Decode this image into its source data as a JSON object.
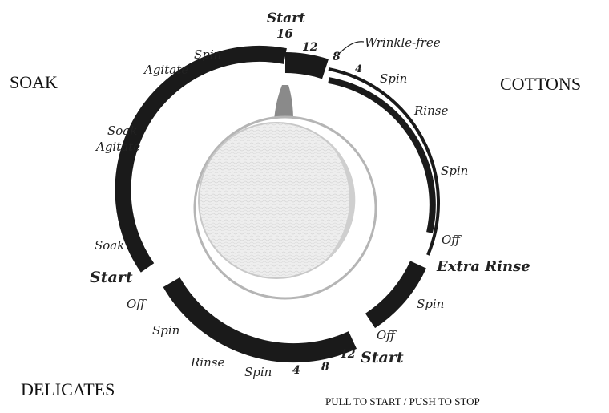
{
  "cycles": {
    "soak": "SOAK",
    "cottons": "COTTONS",
    "delicates": "DELICATES"
  },
  "footer": "PULL TO START / PUSH TO STOP",
  "top": {
    "start": "Start",
    "n16": "16",
    "n12": "12",
    "n8": "8",
    "n4": "4",
    "wrinkle": "Wrinkle-free"
  },
  "cottons_steps": {
    "spin1": "Spin",
    "rinse": "Rinse",
    "spin2": "Spin",
    "off": "Off",
    "extra_rinse": "Extra Rinse",
    "spin3": "Spin",
    "off2": "Off"
  },
  "delicates_steps": {
    "start": "Start",
    "n12": "12",
    "n8": "8",
    "n4": "4",
    "spin1": "Spin",
    "rinse": "Rinse",
    "spin2": "Spin",
    "off": "Off"
  },
  "soak_steps": {
    "spin": "Spin",
    "agitate": "Agitate",
    "soak_agitate_1": "Soak",
    "soak_agitate_2": "Agitate",
    "soak": "Soak",
    "start": "Start"
  },
  "colors": {
    "band": "#1a1a1a",
    "pointer": "#8a8a8a",
    "knob_ring": "#b5b5b5",
    "knob_face": "#ededed"
  }
}
